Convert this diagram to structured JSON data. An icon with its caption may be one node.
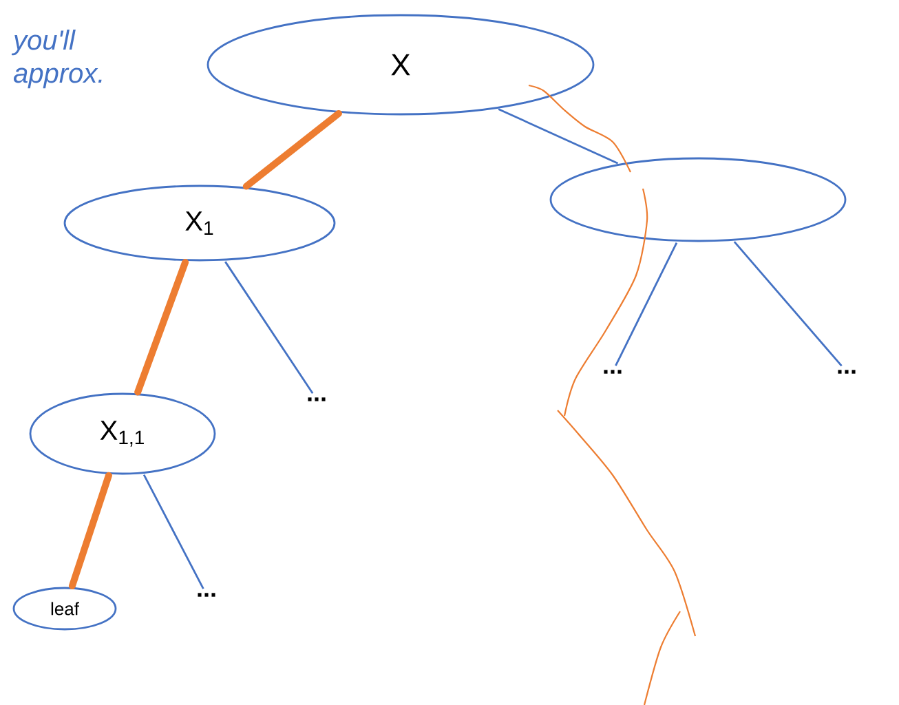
{
  "diagram": {
    "nodes": [
      {
        "text": [
          "X"
        ]
      },
      {
        "text": [
          "X$_{1}$"
        ]
      },
      {
        "text": [],
        "shape": "circle"
      },
      {
        "text": [
          "X$_{1,1}$"
        ]
      },
      {
        "text": [
          "leaf"
        ]
      },
      {
        "text": [
          "..."
        ]
      },
      {
        "text": [
          "..."
        ]
      },
      {
        "text": [
          "..."
        ]
      },
      {
        "text": [
          "..."
        ]
      }
    ],
    "edges": [
      {
        "from": 0,
        "to": 1,
        "arrow": "none",
        "style": "thick",
        "color": "#ed7d31"
      },
      {
        "from": 0,
        "to": 2,
        "arrow": "none"
      },
      {
        "from": 1,
        "to": 3,
        "arrow": "none",
        "style": "thick",
        "color": "#ed7d31"
      },
      {
        "from": 1,
        "to": 5,
        "arrow": "none"
      },
      {
        "from": 2,
        "to": 6,
        "arrow": "none"
      },
      {
        "from": 2,
        "to": 7,
        "arrow": "none"
      },
      {
        "from": 3,
        "to": 4,
        "arrow": "none",
        "style": "thick",
        "color": "#ed7d31"
      },
      {
        "from": 3,
        "to": 8,
        "arrow": "none"
      }
    ],
    "labels": [
      "you'll approx."
    ]
  }
}
